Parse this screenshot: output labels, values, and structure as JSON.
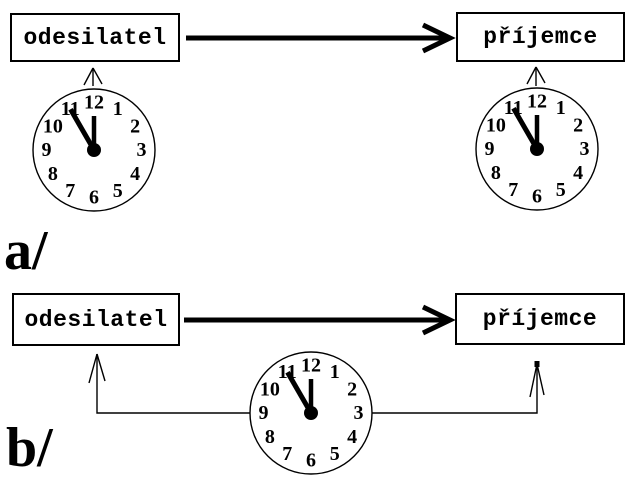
{
  "diagram": {
    "title_semantics": "message transfer timing diagram",
    "bg_color": "#ffffff",
    "ink_color": "#000000",
    "section_a": {
      "label": "a/",
      "sender_label": "odesilatel",
      "receiver_label": "příjemce"
    },
    "section_b": {
      "label": "b/",
      "sender_label": "odesilatel",
      "receiver_label": "příjemce"
    },
    "clock": {
      "numerals": [
        "1",
        "2",
        "3",
        "4",
        "5",
        "6",
        "7",
        "8",
        "9",
        "10",
        "11",
        "12"
      ],
      "time_shown": "11:55",
      "long_hand_points_to": 11,
      "short_hand_points_to": 12
    }
  }
}
